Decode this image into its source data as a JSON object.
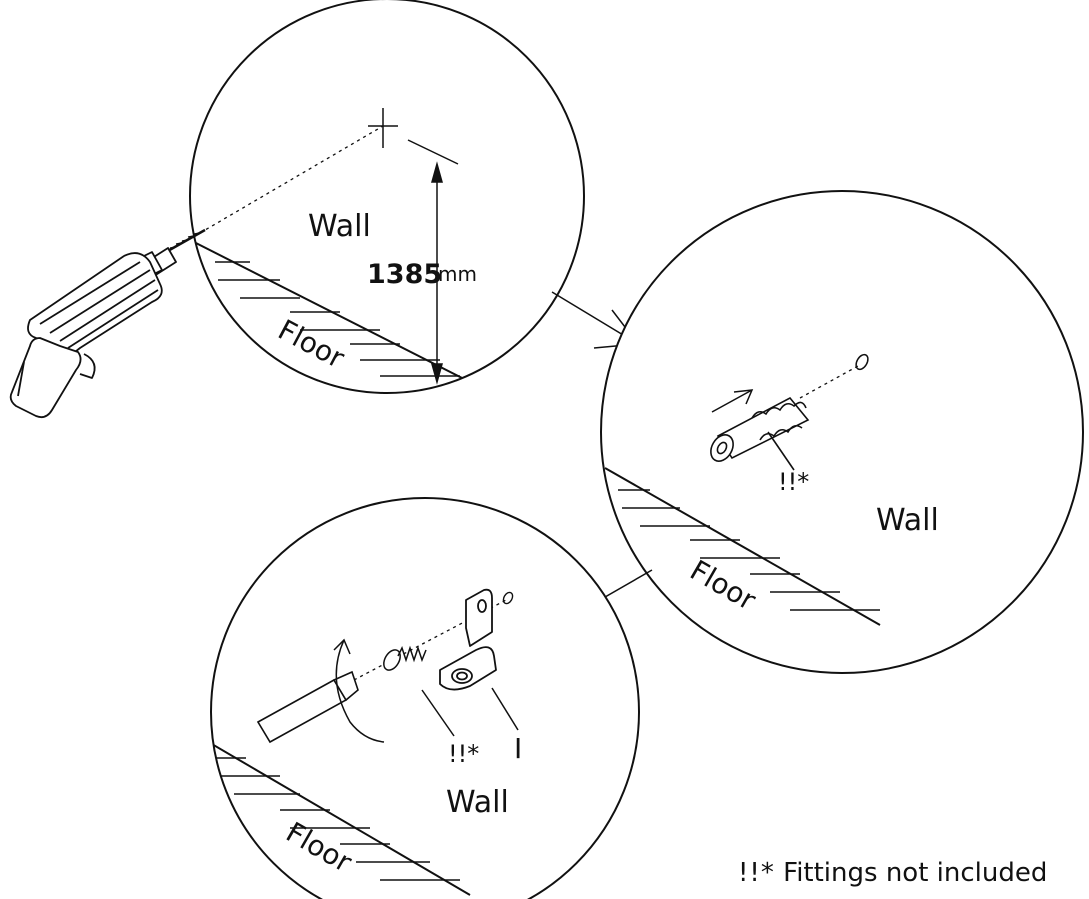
{
  "panel1": {
    "wall_label": "Wall",
    "floor_label": "Floor",
    "height_value": "1385",
    "height_unit": "mm"
  },
  "panel2": {
    "fitting_mark": "!!*",
    "wall_label": "Wall",
    "floor_label": "Floor"
  },
  "panel3": {
    "fitting_mark": "!!*",
    "part_label": "I",
    "wall_label": "Wall",
    "floor_label": "Floor"
  },
  "footnote": {
    "mark": "!!*",
    "text": "Fittings not included"
  }
}
